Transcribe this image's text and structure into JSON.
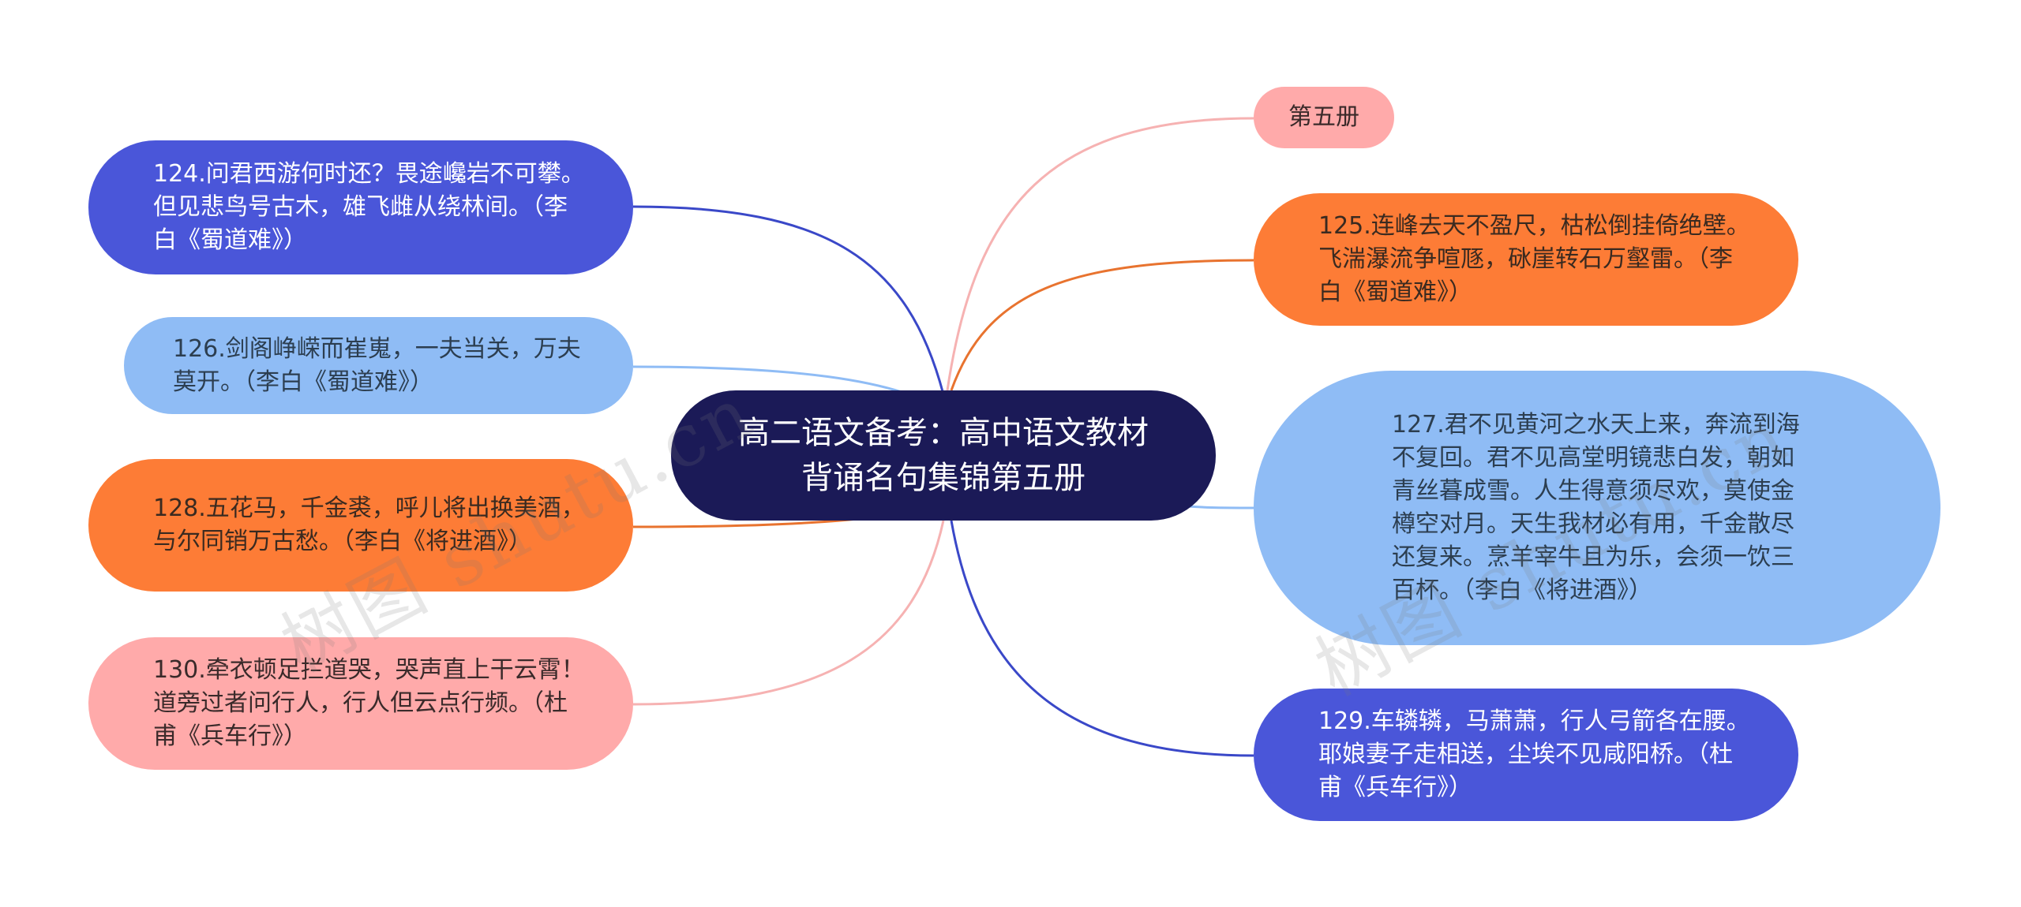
{
  "central": {
    "title": "高二语文备考：高中语文教材背诵名句集锦第五册"
  },
  "colors": {
    "central": "#1b1a57",
    "blue": "#4a56d9",
    "light_blue": "#8fbcf5",
    "orange": "#fd7c36",
    "pink": "#ffaaaa",
    "edge_blue": "#3a48c8",
    "edge_light_blue": "#8fbcf5",
    "edge_orange": "#e8732f",
    "edge_pink": "#f6b2b2"
  },
  "nodes": {
    "vol5": {
      "text": "第五册"
    },
    "n124": {
      "text": "124.问君西游何时还？畏途巉岩不可攀。但见悲鸟号古木，雄飞雌从绕林间。（李白《蜀道难》）"
    },
    "n125": {
      "text": "125.连峰去天不盈尺，枯松倒挂倚绝壁。飞湍瀑流争喧豗，砯崖转石万壑雷。（李白《蜀道难》）"
    },
    "n126": {
      "text": "126.剑阁峥嵘而崔嵬，一夫当关，万夫莫开。（李白《蜀道难》）"
    },
    "n127": {
      "text": "127.君不见黄河之水天上来，奔流到海不复回。君不见高堂明镜悲白发，朝如青丝暮成雪。人生得意须尽欢，莫使金樽空对月。天生我材必有用，千金散尽还复来。烹羊宰牛且为乐，会须一饮三百杯。（李白《将进酒》）"
    },
    "n128": {
      "text": "128.五花马，千金裘，呼儿将出换美酒，与尔同销万古愁。（李白《将进酒》）"
    },
    "n129": {
      "text": "129.车辚辚，马萧萧，行人弓箭各在腰。耶娘妻子走相送，尘埃不见咸阳桥。（杜甫《兵车行》）"
    },
    "n130": {
      "text": "130.牵衣顿足拦道哭，哭声直上干云霄！道旁过者问行人，行人但云点行频。（杜甫《兵车行》）"
    }
  },
  "watermark": {
    "text": "树图 shutu.cn"
  }
}
